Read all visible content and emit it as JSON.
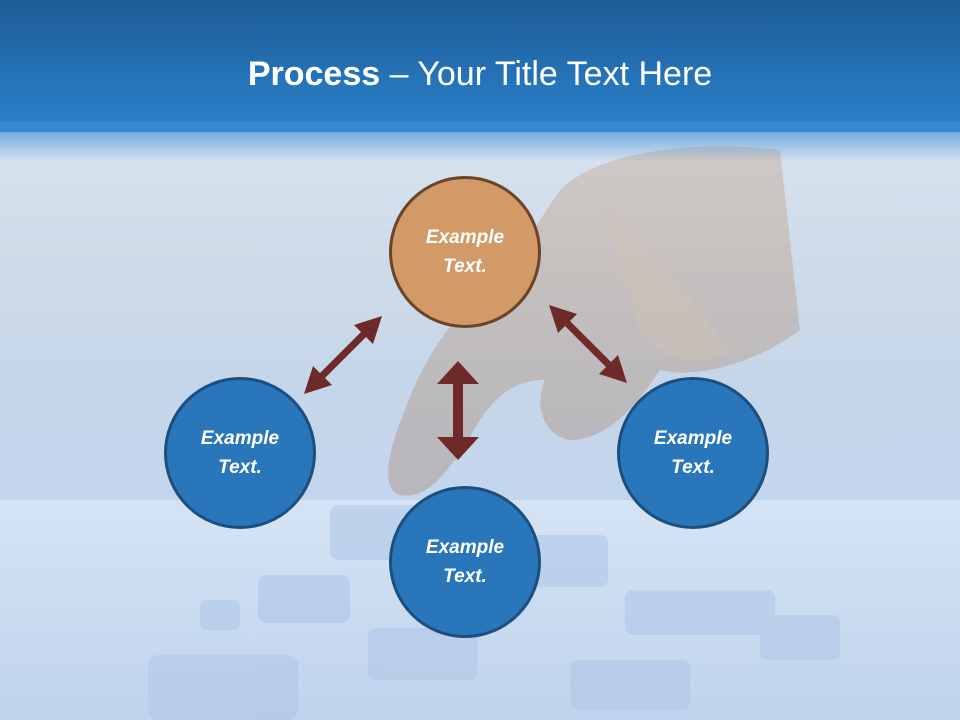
{
  "title": {
    "bold": "Process",
    "dash": " – ",
    "rest": "Your Title Text Here"
  },
  "nodes": {
    "top": "Example\nText.",
    "left": "Example\nText.",
    "bottom": "Example\nText.",
    "right": "Example\nText."
  },
  "colors": {
    "header": "#2573b8",
    "node_blue": "#2a76bb",
    "node_orange": "#d19a66",
    "arrow": "#6e2a28"
  }
}
